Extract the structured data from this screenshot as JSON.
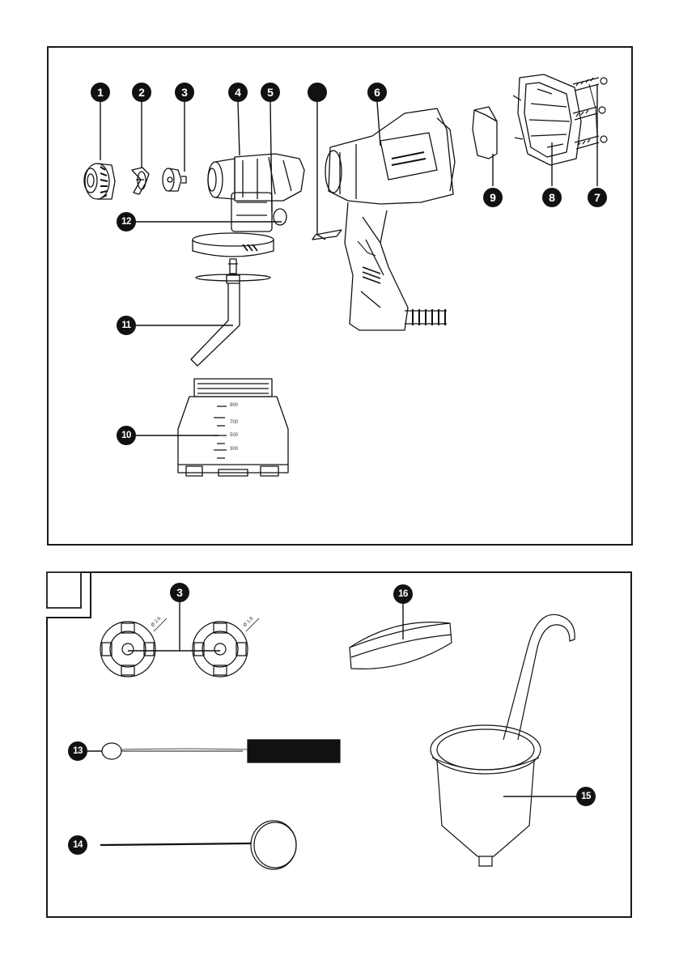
{
  "panel_a": {
    "callouts": [
      {
        "id": "1",
        "label": "1"
      },
      {
        "id": "2",
        "label": "2"
      },
      {
        "id": "3",
        "label": "3"
      },
      {
        "id": "4",
        "label": "4"
      },
      {
        "id": "5",
        "label": "5"
      },
      {
        "id": "blank",
        "label": ""
      },
      {
        "id": "6",
        "label": "6"
      },
      {
        "id": "7",
        "label": "7"
      },
      {
        "id": "8",
        "label": "8"
      },
      {
        "id": "9",
        "label": "9"
      },
      {
        "id": "10",
        "label": "10"
      },
      {
        "id": "11",
        "label": "11"
      },
      {
        "id": "12",
        "label": "12"
      }
    ],
    "scale_marks": [
      "900",
      "700",
      "500",
      "300"
    ]
  },
  "panel_b": {
    "frame_tab_label": "",
    "callouts": [
      {
        "id": "3",
        "label": "3"
      },
      {
        "id": "13",
        "label": "13"
      },
      {
        "id": "14",
        "label": "14"
      },
      {
        "id": "15",
        "label": "15"
      },
      {
        "id": "16",
        "label": "16"
      }
    ],
    "nozzle_labels": [
      "Ø 2.6",
      "Ø 1.8"
    ]
  },
  "colors": {
    "ink": "#111111",
    "panel_border": "#1a1a1a",
    "background": "#ffffff"
  }
}
